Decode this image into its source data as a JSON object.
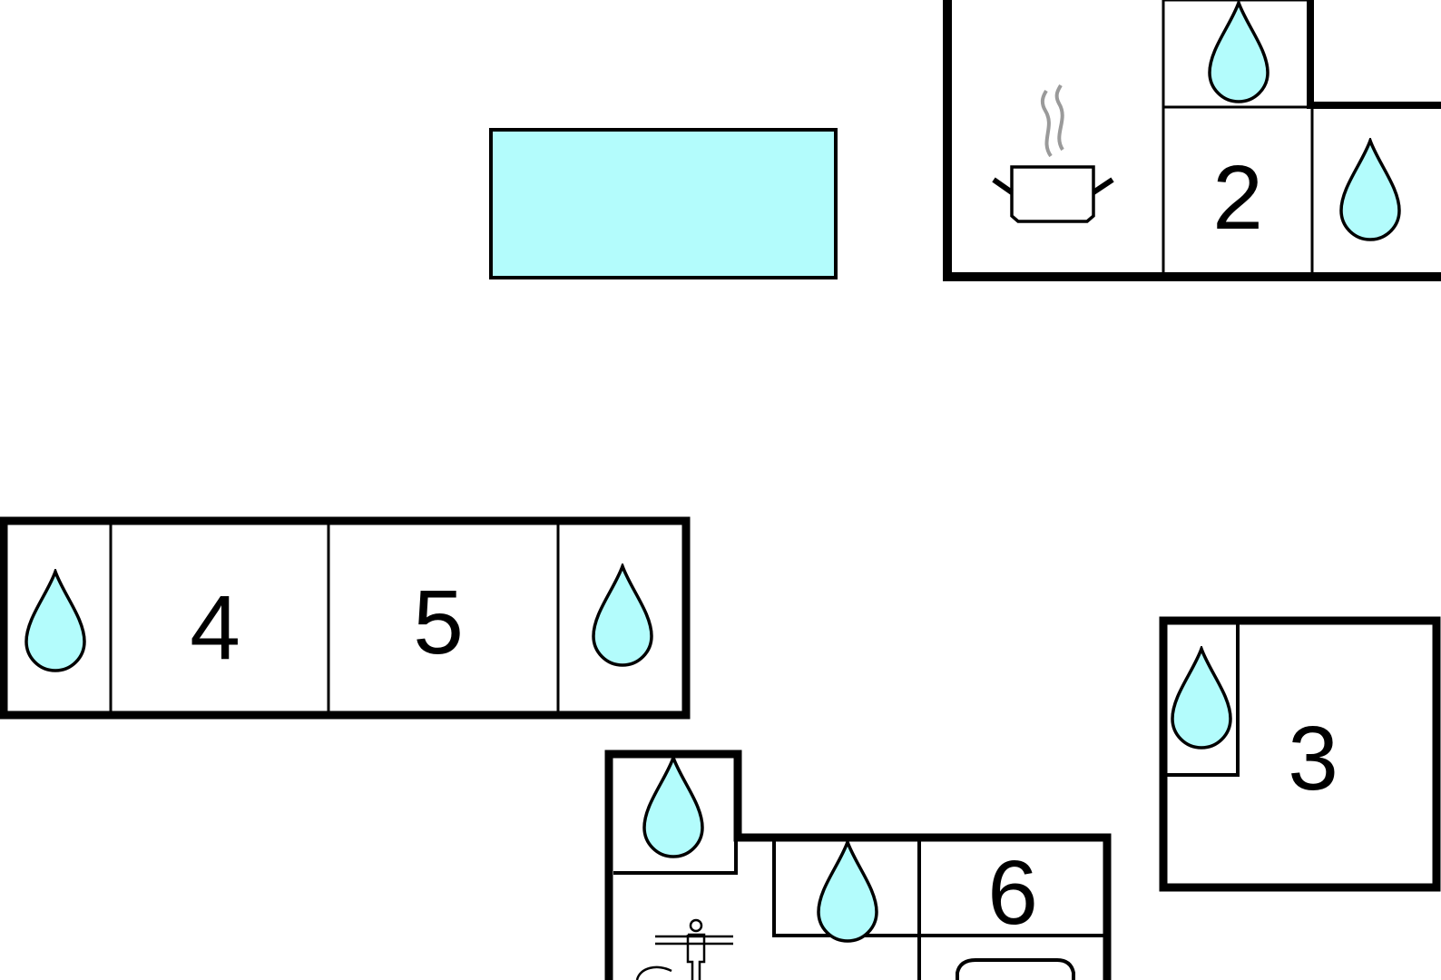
{
  "colors": {
    "water": "#b3fcfc",
    "wall": "#000000",
    "steam": "#9a9a9a",
    "background": "#ffffff"
  },
  "legend_icons": [
    "water-drop-icon",
    "cooking-pot-icon",
    "person-icon",
    "pool-rectangle"
  ],
  "rooms": {
    "room_2": "2",
    "room_3": "3",
    "room_4": "4",
    "room_5": "5",
    "room_6": "6"
  }
}
